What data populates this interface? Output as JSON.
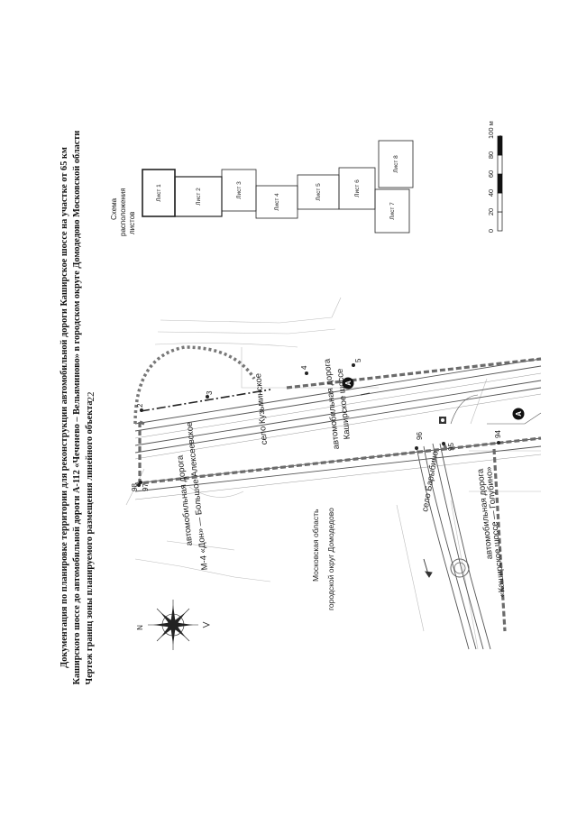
{
  "page_number": "22",
  "title": {
    "line1": "Документация по планировке территории для реконструкции автомобильной дороги Каширское шоссе на участке от 65 км",
    "line2": "Каширского шоссе до автомобильной дороги А-112 «Чеченево – Вельяминово» в городском округе Домодедово Московской области",
    "line3": "Чертеж границ зоны планируемого размещения линейного объекта"
  },
  "map": {
    "road_labels": {
      "kashirskoe_a": "автомобильная дорога",
      "kashirskoe_b": "Каширское шоссе",
      "m4_a": "автомобильная дорога",
      "m4_b": "М-4 «Дон» — Большое Алексеевское",
      "golubino_a": "автомобильная дорога",
      "golubino_b": "«Каширское шоссе — Голубино»"
    },
    "village_labels": {
      "kuzminskoe": "село Кузьминское",
      "barybino": "село Барыбино"
    },
    "region_labels": {
      "oblast": "Московская область",
      "okrug": "городской округ Домодедово"
    },
    "points": [
      "2",
      "3",
      "4",
      "5",
      "94",
      "95",
      "96",
      "97",
      "98"
    ],
    "section_markers": [
      "A",
      "A"
    ],
    "compass_north": "N"
  },
  "sheet_scheme": {
    "title_a": "Схема",
    "title_b": "расположения",
    "title_c": "листов",
    "sheets": [
      "Лист 1",
      "Лист 2",
      "Лист 3",
      "Лист 4",
      "Лист 5",
      "Лист 6",
      "Лист 7",
      "Лист 8"
    ]
  },
  "scale_bar": {
    "ticks": [
      "0",
      "20",
      "40",
      "60",
      "80",
      "100 м"
    ]
  }
}
